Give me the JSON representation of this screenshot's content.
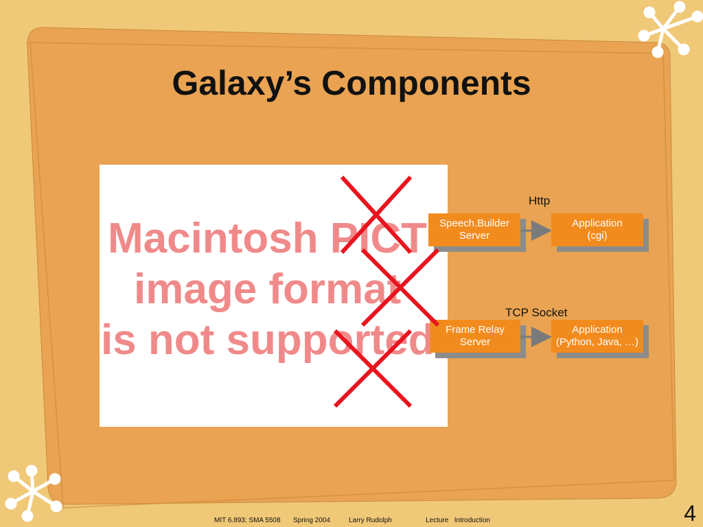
{
  "slide": {
    "title": "Galaxy’s Components",
    "page_number": "4"
  },
  "placeholder": {
    "lines": [
      "Macintosh PICT",
      "image format",
      "is not supported"
    ]
  },
  "diagram": {
    "http_label": "Http",
    "tcp_label": "TCP Socket",
    "speechbuilder": [
      "Speech.Builder",
      "Server"
    ],
    "app_cgi": [
      "Application",
      "(cgi)"
    ],
    "frame_relay": [
      "Frame Relay",
      "Server"
    ],
    "app_python": [
      "Application",
      "(Python, Java, …)"
    ]
  },
  "footer": {
    "course": "MIT 6.893; SMA 5508",
    "term": "Spring 2004",
    "author": "Larry Rudolph",
    "lecture": "Lecture   Introduction"
  },
  "colors": {
    "background": "#f0c978",
    "panel": "#e9a352",
    "box": "#f28b1e",
    "cross": "#e8141e",
    "placeholder_text": "#f08a8a"
  }
}
